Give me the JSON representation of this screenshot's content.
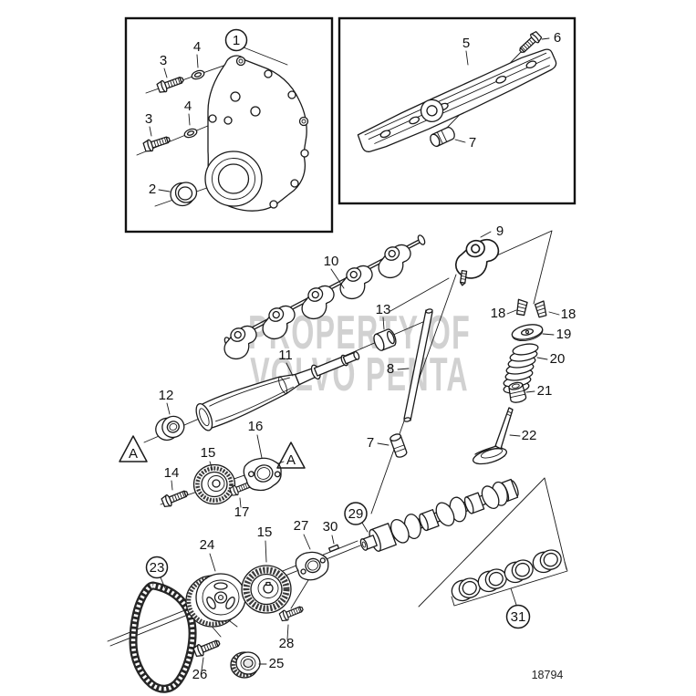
{
  "diagram": {
    "figure_number": "18794",
    "watermark": {
      "line1": "PROPERTY OF",
      "line2": "VOLVO PENTA"
    },
    "insets": {
      "timing_cover": {
        "callouts": {
          "c1": "1",
          "c2": "2",
          "c3a": "3",
          "c3b": "3",
          "c4a": "4",
          "c4b": "4"
        }
      },
      "rocker_pipe": {
        "callouts": {
          "c5": "5",
          "c6": "6",
          "c7": "7"
        }
      }
    },
    "main": {
      "callouts": {
        "c7": "7",
        "c8": "8",
        "c9": "9",
        "c10": "10",
        "c11": "11",
        "c12": "12",
        "c13": "13",
        "c14": "14",
        "c15a": "15",
        "c15b": "15",
        "c16": "16",
        "c17": "17",
        "c18a": "18",
        "c18b": "18",
        "c19": "19",
        "c20": "20",
        "c21": "21",
        "c22": "22",
        "c23": "23",
        "c24": "24",
        "c25": "25",
        "c26": "26",
        "c27": "27",
        "c28": "28",
        "c29": "29",
        "c30": "30",
        "c31": "31"
      },
      "reference_markers": {
        "a1": "A",
        "a2": "A"
      }
    },
    "colors": {
      "line": "#1a1a1a",
      "watermark": "#c9c9c9",
      "background": "#ffffff"
    }
  }
}
